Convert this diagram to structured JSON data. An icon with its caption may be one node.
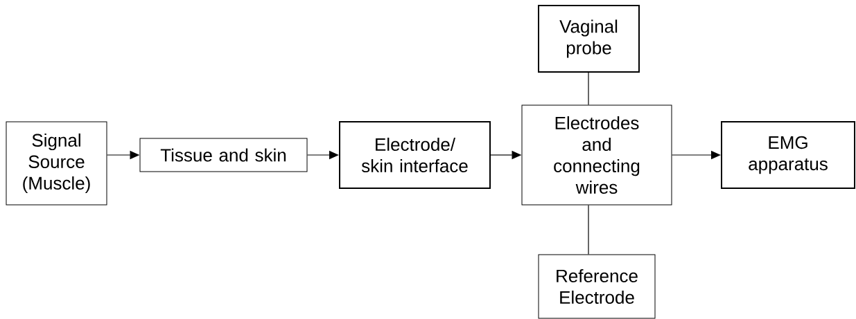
{
  "diagram": {
    "nodes": [
      {
        "text": [
          "Signal Source (Muscle)"
        ]
      },
      {
        "text": [
          "Tissue and skin"
        ]
      },
      {
        "text": [
          "Electrode/ skin interface"
        ]
      },
      {
        "text": [
          "Vaginal probe"
        ]
      },
      {
        "text": [
          "Electrodes and connecting wires"
        ]
      },
      {
        "text": [
          "EMG apparatus"
        ]
      },
      {
        "text": [
          "Reference Electrode"
        ]
      }
    ],
    "edges": [
      {
        "from": 0,
        "to": 1,
        "arrow": "to"
      },
      {
        "from": 1,
        "to": 2,
        "arrow": "to"
      },
      {
        "from": 2,
        "to": 4,
        "arrow": "to"
      },
      {
        "from": 4,
        "to": 5,
        "arrow": "to"
      },
      {
        "from": 3,
        "to": 4,
        "arrow": "none"
      },
      {
        "from": 4,
        "to": 6,
        "arrow": "none"
      }
    ]
  }
}
